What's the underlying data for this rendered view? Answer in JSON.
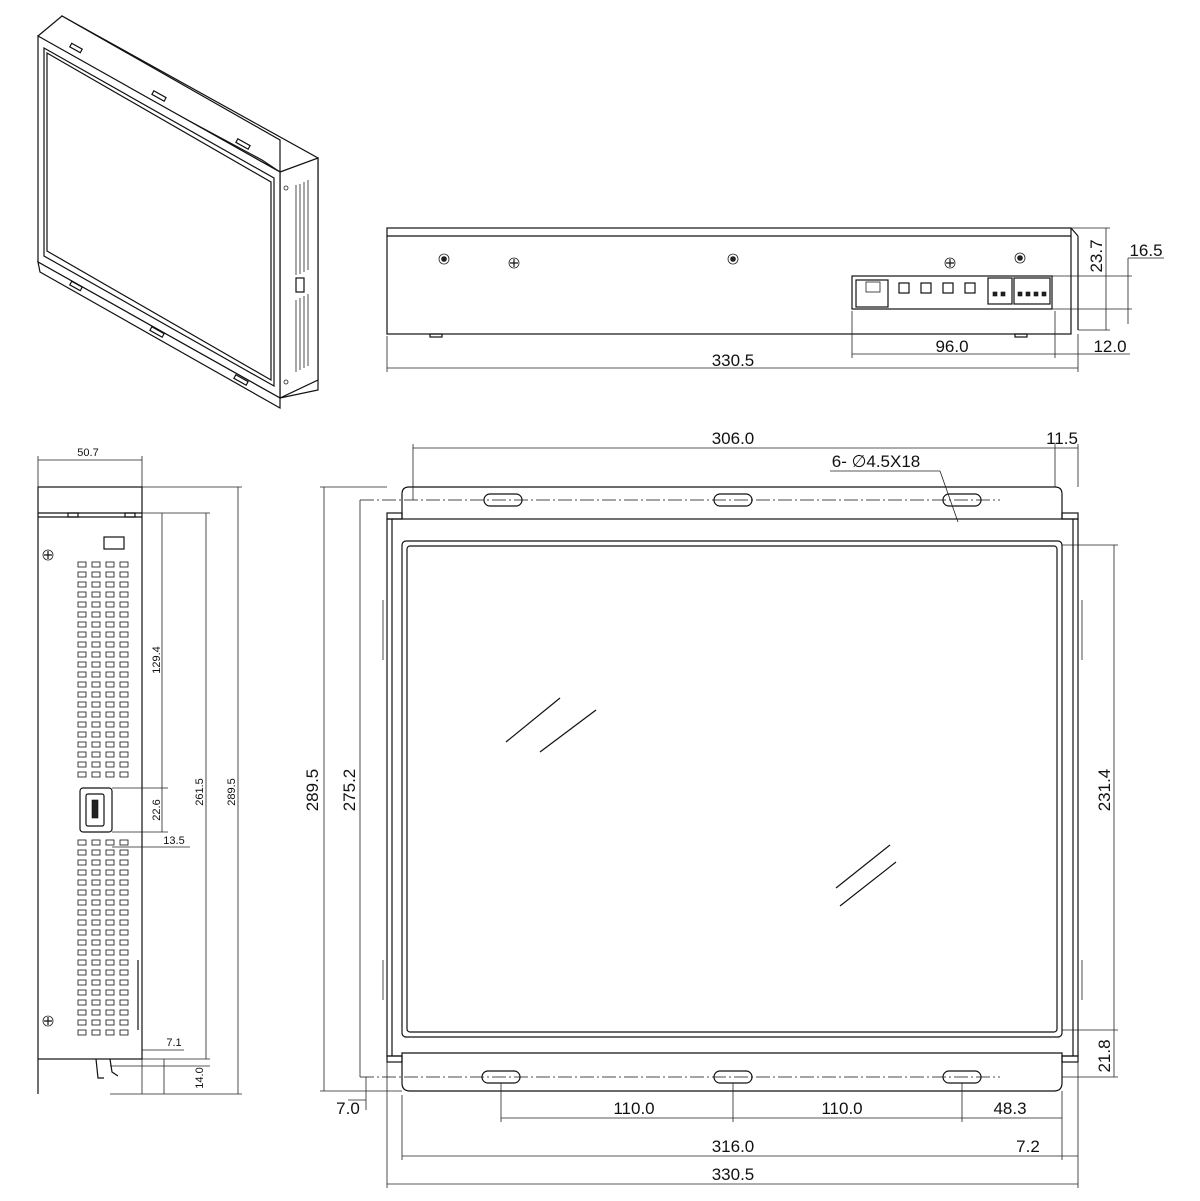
{
  "dims": {
    "front_top_width": "306.0",
    "front_right_offset": "11.5",
    "hole_callout": "6- ∅4.5X18",
    "front_total_height": "289.5",
    "front_bezel_height": "275.2",
    "front_active_height": "231.4",
    "front_bottom_offset": "21.8",
    "front_left_offset": "7.0",
    "hole_pitch_1": "110.0",
    "hole_pitch_2": "110.0",
    "hole_right": "48.3",
    "front_hole_span": "316.0",
    "front_right_small": "7.2",
    "front_total_width": "330.5",
    "top_height": "23.7",
    "top_connector_height": "16.5",
    "top_connector_width": "96.0",
    "top_right_offset": "12.0",
    "top_total_width": "330.5",
    "side_depth": "50.7",
    "side_upper": "129.4",
    "side_usb_height": "22.6",
    "side_usb_depth": "13.5",
    "side_inner_height": "261.5",
    "side_total_height": "289.5",
    "side_bottom_offset": "7.1",
    "side_bottom": "14.0"
  }
}
